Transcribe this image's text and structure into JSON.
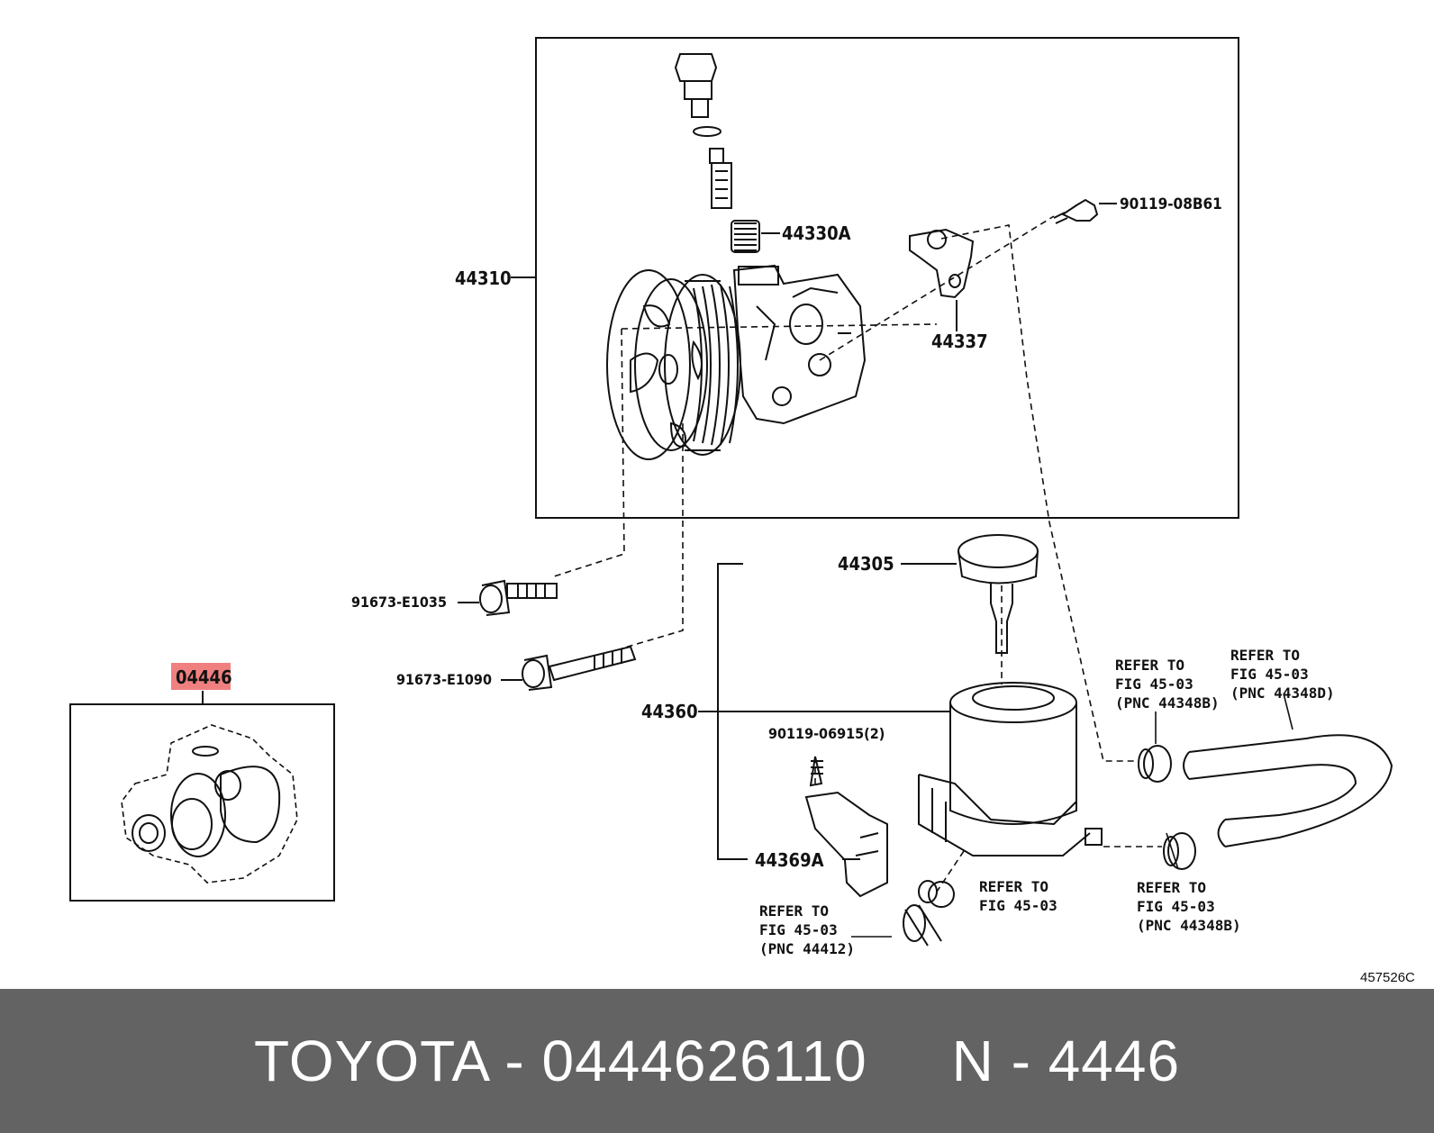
{
  "parts": {
    "p44310": "44310",
    "p44330A": "44330A",
    "p90119_08B61": "90119-08B61",
    "p44337": "44337",
    "p91673_E1035": "91673-E1035",
    "p91673_E1090": "91673-E1090",
    "p04446": "04446",
    "p44305": "44305",
    "p44360": "44360",
    "p90119_06915": "90119-06915(2)",
    "p44369A": "44369A"
  },
  "refs": {
    "r1": [
      "REFER TO",
      "FIG 45-03",
      "(PNC 44348B)"
    ],
    "r2": [
      "REFER TO",
      "FIG 45-03",
      "(PNC 44348D)"
    ],
    "r3": [
      "REFER TO",
      "FIG 45-03"
    ],
    "r4": [
      "REFER TO",
      "FIG 45-03",
      "(PNC 44412)"
    ],
    "r5": [
      "REFER TO",
      "FIG 45-03",
      "(PNC 44348B)"
    ]
  },
  "diagram_code": "457526C",
  "highlight_color": "#f08080",
  "footer": {
    "brand": "TOYOTA",
    "sep1": " - ",
    "part_number": "0444626110",
    "gap": "     ",
    "n_label": "N",
    "sep2": " - ",
    "n_value": "4446"
  }
}
